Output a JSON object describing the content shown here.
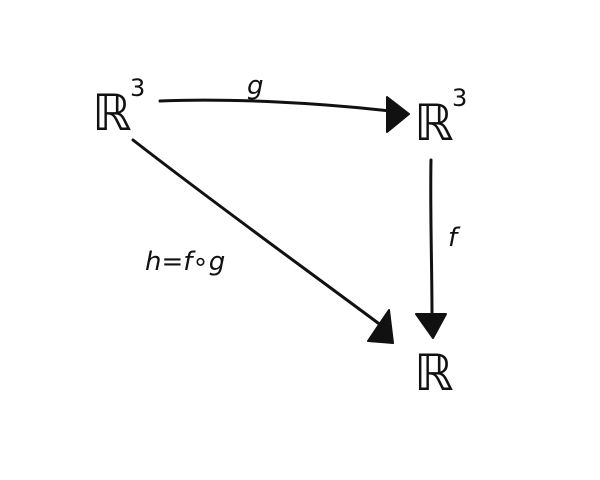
{
  "nodes": {
    "top_left": {
      "base": "ℝ",
      "exponent": "3"
    },
    "top_right": {
      "base": "ℝ",
      "exponent": "3"
    },
    "bottom_right": {
      "base": "ℝ"
    }
  },
  "edges": {
    "top": {
      "label": "g"
    },
    "right": {
      "label": "f"
    },
    "diagonal": {
      "label": "h=f∘g"
    }
  },
  "colors": {
    "ink": "#111111",
    "background": "#ffffff"
  }
}
